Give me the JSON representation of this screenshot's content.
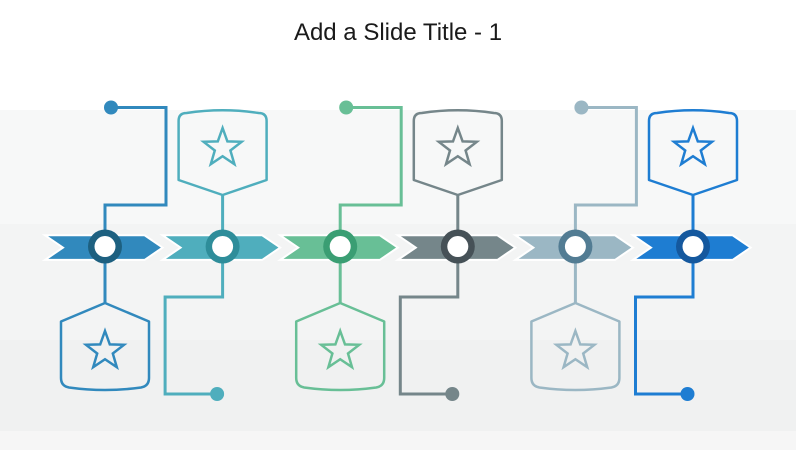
{
  "slide": {
    "title": "Add a Slide Title - 1"
  },
  "background": {
    "bands": [
      {
        "color": "#FFFFFF",
        "height": 110
      },
      {
        "color": "#F7F8F8",
        "height": 114
      },
      {
        "color": "#F3F4F4",
        "height": 116
      },
      {
        "color": "#F0F1F1",
        "height": 91
      },
      {
        "color": "#F6F6F6",
        "height": 19
      }
    ]
  },
  "timeline": {
    "items": [
      {
        "name": "milestone-1",
        "icon": "star-icon",
        "color": "#3189BD",
        "dark_color": "#1D6080",
        "badge_side": "below"
      },
      {
        "name": "milestone-2",
        "icon": "star-icon",
        "color": "#4FAEBD",
        "dark_color": "#2E8D9A",
        "badge_side": "above"
      },
      {
        "name": "milestone-3",
        "icon": "star-icon",
        "color": "#68BF96",
        "dark_color": "#3A9E73",
        "badge_side": "below"
      },
      {
        "name": "milestone-4",
        "icon": "star-icon",
        "color": "#75868A",
        "dark_color": "#465157",
        "badge_side": "above"
      },
      {
        "name": "milestone-5",
        "icon": "star-icon",
        "color": "#9BB7C4",
        "dark_color": "#527C93",
        "badge_side": "below"
      },
      {
        "name": "milestone-6",
        "icon": "star-icon",
        "color": "#1E7DD2",
        "dark_color": "#14589E",
        "badge_side": "above"
      }
    ],
    "node_fill": "#FFFFFF",
    "separator_color": "#FFFFFF"
  }
}
